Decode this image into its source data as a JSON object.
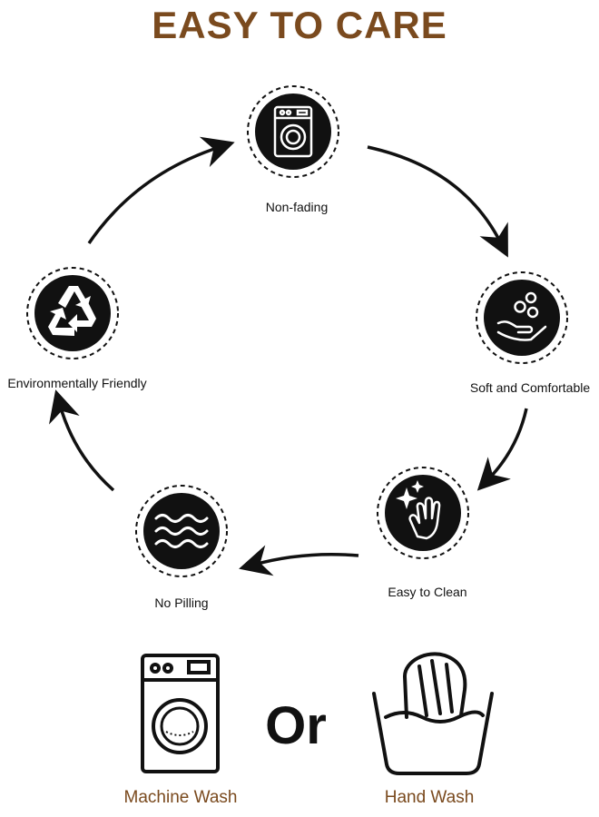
{
  "title": "EASY TO CARE",
  "colors": {
    "brand": "#7a4a1e",
    "ink": "#111111",
    "background": "#ffffff"
  },
  "features": [
    {
      "label": "Non-fading",
      "icon": "washing-machine-icon"
    },
    {
      "label": "Soft and Comfortable",
      "icon": "hand-bubbles-icon"
    },
    {
      "label": "Easy to Clean",
      "icon": "sparkle-glove-icon"
    },
    {
      "label": "No Pilling",
      "icon": "waves-icon"
    },
    {
      "label": "Environmentally Friendly",
      "icon": "recycle-icon"
    }
  ],
  "wash_options": {
    "machine_label": "Machine Wash",
    "connector": "Or",
    "hand_label": "Hand Wash"
  }
}
